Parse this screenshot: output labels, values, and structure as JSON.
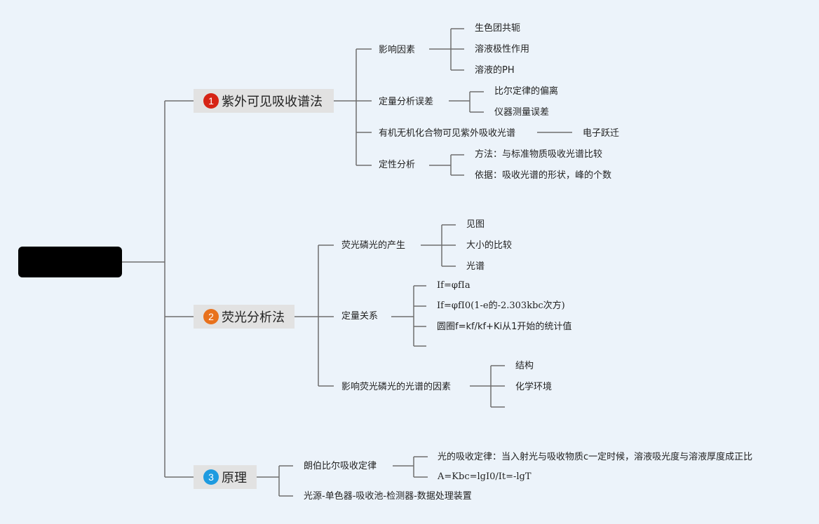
{
  "root": {
    "label": ""
  },
  "colors": {
    "background": "#ecf3fa",
    "line": "#6e6e6e",
    "branch_bg": "#e2e2e2",
    "badge1": "#d62415",
    "badge2": "#e8711c",
    "badge3": "#1e9be0"
  },
  "branches": [
    {
      "num": "1",
      "label": "紫外可见吸收谱法",
      "children": [
        {
          "label": "影响因素",
          "children": [
            "生色团共轭",
            "溶液极性作用",
            "溶液的PH"
          ]
        },
        {
          "label": "定量分析误差",
          "children": [
            "比尔定律的偏离",
            "仪器测量误差"
          ]
        },
        {
          "label": "有机无机化合物可见紫外吸收光谱",
          "children": [
            "电子跃迁"
          ]
        },
        {
          "label": "定性分析",
          "children": [
            "方法：与标准物质吸收光谱比较",
            "依据：吸收光谱的形状，峰的个数"
          ]
        }
      ]
    },
    {
      "num": "2",
      "label": "荧光分析法",
      "children": [
        {
          "label": "荧光磷光的产生",
          "children": [
            "见图",
            "大小的比较",
            "光谱"
          ]
        },
        {
          "label": "定量关系",
          "children": [
            "If=φfIa",
            "If=φfI0(1-e的-2.303kbc次方)",
            "圆圈f=kf/kf+Ki从1开始的统计值",
            ""
          ]
        },
        {
          "label": "影响荧光磷光的光谱的因素",
          "children": [
            "结构",
            "化学环境",
            ""
          ]
        }
      ]
    },
    {
      "num": "3",
      "label": "原理",
      "children": [
        {
          "label": "朗伯比尔吸收定律",
          "children": [
            "光的吸收定律：当入射光与吸收物质c一定时候，溶液吸光度与溶液厚度成正比",
            "A=Kbc=lgI0/It=-lgT"
          ]
        },
        {
          "label": "光源-单色器-吸收池-检测器-数据处理装置",
          "children": []
        }
      ]
    }
  ]
}
